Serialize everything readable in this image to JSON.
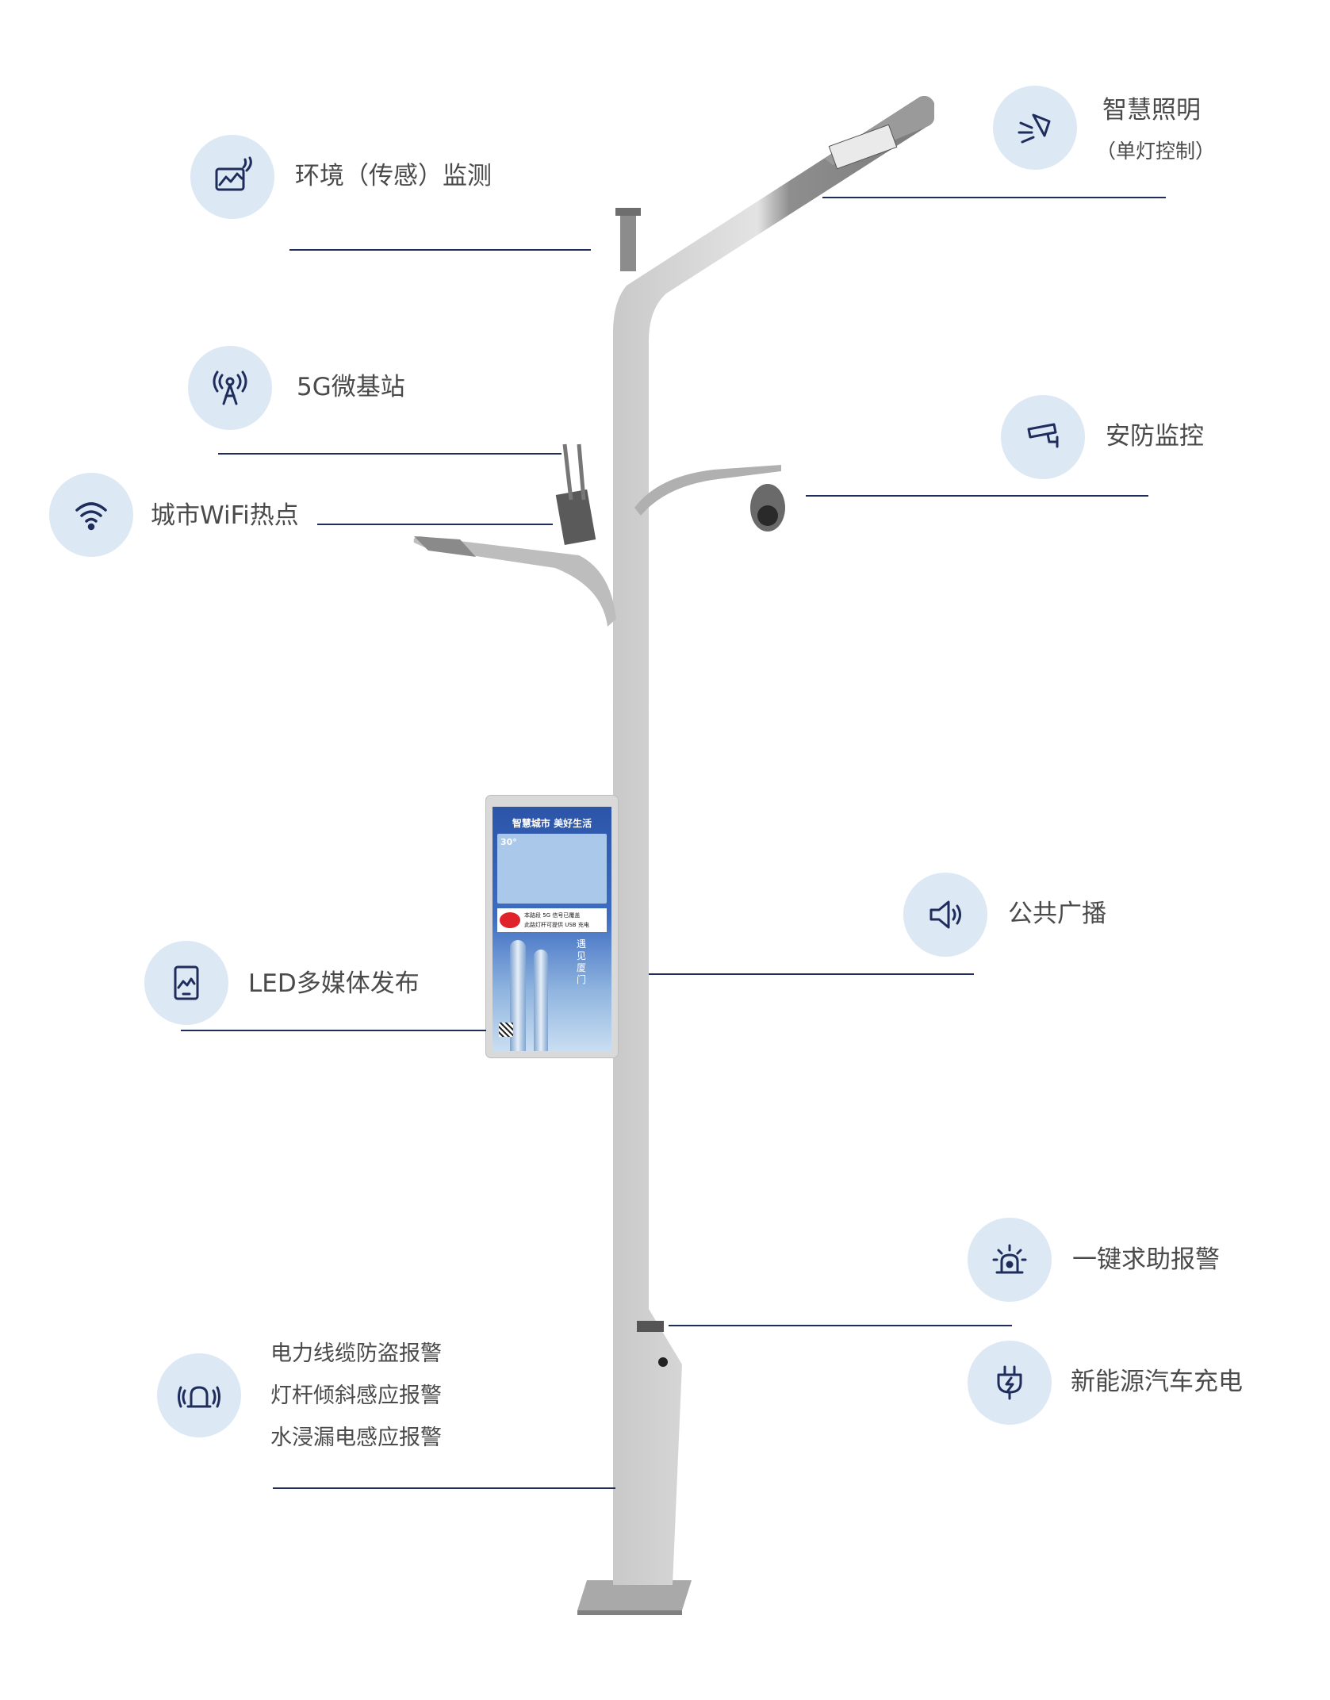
{
  "features": {
    "env": {
      "label": "环境（传感）监测",
      "icon": "environment-monitor-icon"
    },
    "fiveg": {
      "label": "5G微基站",
      "icon": "antenna-tower-icon"
    },
    "wifi": {
      "label": "城市WiFi热点",
      "icon": "wifi-icon"
    },
    "led": {
      "label": "LED多媒体发布",
      "icon": "tablet-media-icon"
    },
    "alarms": {
      "lines": [
        "电力线缆防盗报警",
        "灯杆倾斜感应报警",
        "水浸漏电感应报警"
      ],
      "icon": "alarm-siren-icon"
    },
    "lighting": {
      "label": "智慧照明",
      "sublabel": "（单灯控制）",
      "icon": "street-lamp-icon"
    },
    "security": {
      "label": "安防监控",
      "icon": "security-camera-icon"
    },
    "broadcast": {
      "label": "公共广播",
      "icon": "speaker-icon"
    },
    "sos": {
      "label": "一键求助报警",
      "icon": "emergency-light-icon"
    },
    "ev": {
      "label": "新能源汽车充电",
      "icon": "charging-plug-icon"
    }
  },
  "screen": {
    "title": "智慧城市  美好生活",
    "weather_temp": "30°",
    "ad_line1": "本路段 5G 信号已覆盖",
    "ad_line2": "此路灯杆可提供 USB 充电",
    "vertical_text": "遇见厦门"
  },
  "colors": {
    "icon_bg": "#dde8f5",
    "icon_stroke": "#1e2d5c",
    "line": "#1e2d5c",
    "text": "#4a4a4a"
  }
}
